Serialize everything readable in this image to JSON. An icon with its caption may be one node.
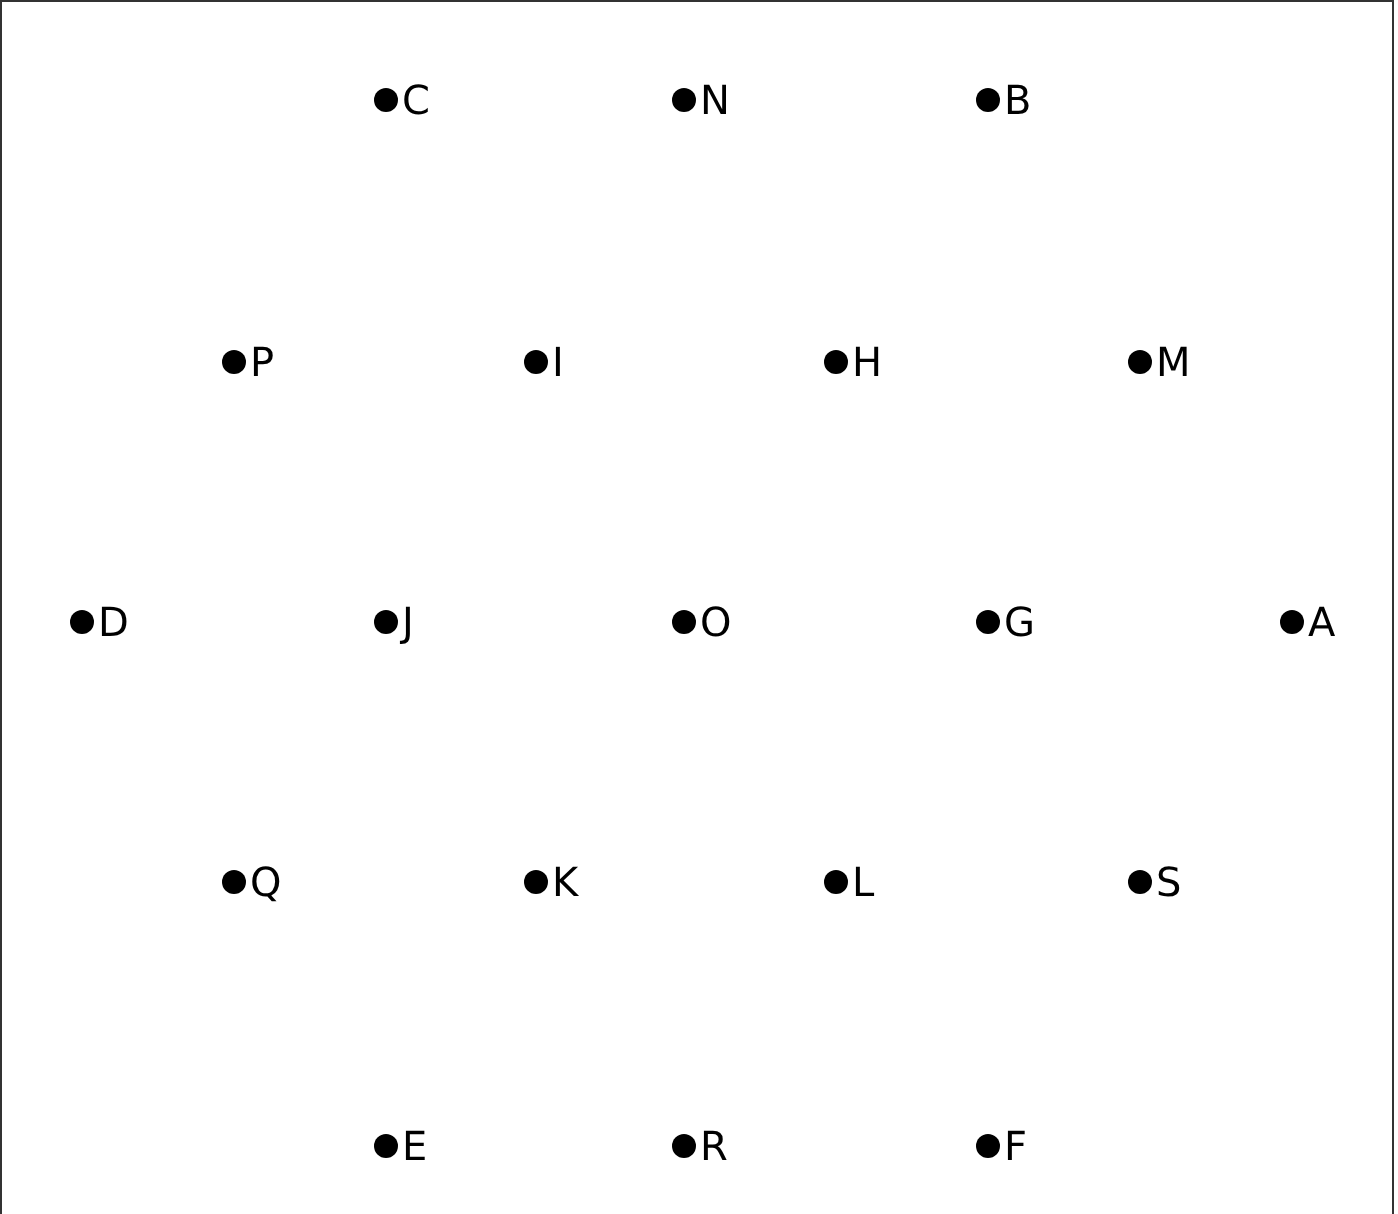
{
  "diagram": {
    "labels": [
      "C",
      "N",
      "B",
      "P",
      "I",
      "H",
      "M",
      "D",
      "J",
      "O",
      "G",
      "A",
      "Q",
      "K",
      "L",
      "S",
      "E",
      "R",
      "F"
    ]
  }
}
